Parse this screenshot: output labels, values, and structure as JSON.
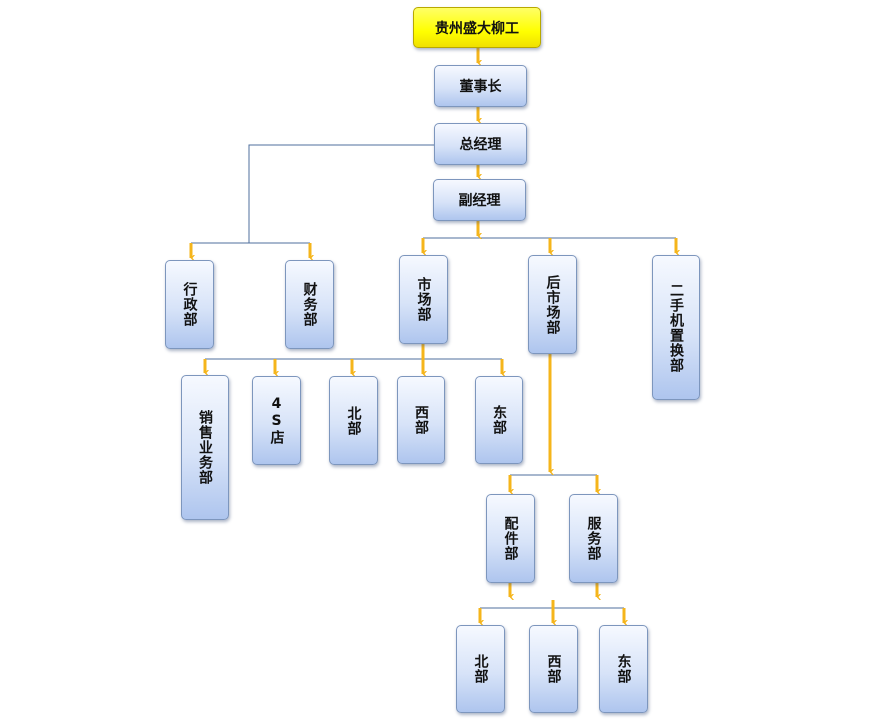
{
  "org_chart": {
    "root": "贵州盛大柳工",
    "chairman": "董事长",
    "general_manager": "总经理",
    "deputy_manager": "副经理",
    "admin_dept": "行政部",
    "finance_dept": "财务部",
    "market_dept": "市场部",
    "aftermarket_dept": "后市场部",
    "used_machine_dept": "二手机置换部",
    "sales_dept": "销售业务部",
    "store_4s": "4S店",
    "market_north": "北部",
    "market_west": "西部",
    "market_east": "东部",
    "parts_dept": "配件部",
    "service_dept": "服务部",
    "after_north": "北部",
    "after_west": "西部",
    "after_east": "东部"
  },
  "colors": {
    "root_fill": "#ffff00",
    "node_fill": "#d7e3f8",
    "arrow": "#f5b51b",
    "line": "#4f6f9d"
  }
}
